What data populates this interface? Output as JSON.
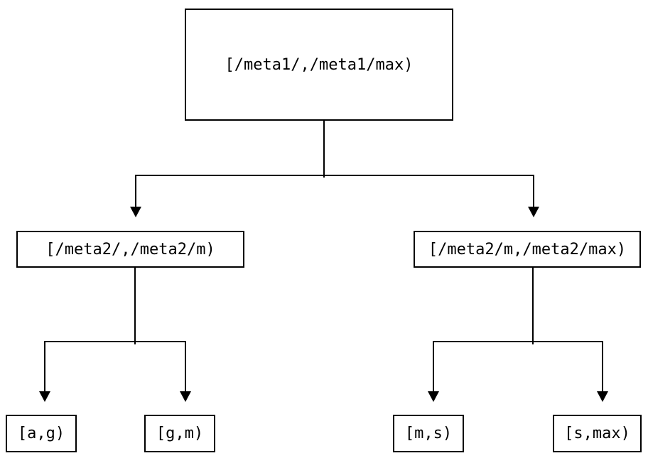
{
  "diagram": {
    "type": "tree",
    "nodes": {
      "root": {
        "label": "[/meta1/,/meta1/max)"
      },
      "mid_left": {
        "label": "[/meta2/,/meta2/m)"
      },
      "mid_right": {
        "label": "[/meta2/m,/meta2/max)"
      },
      "leaf_ag": {
        "label": "[a,g)"
      },
      "leaf_gm": {
        "label": "[g,m)"
      },
      "leaf_ms": {
        "label": "[m,s)"
      },
      "leaf_smax": {
        "label": "[s,max)"
      }
    },
    "edges": [
      {
        "from": "root",
        "to": "mid_left"
      },
      {
        "from": "root",
        "to": "mid_right"
      },
      {
        "from": "mid_left",
        "to": "leaf_ag"
      },
      {
        "from": "mid_left",
        "to": "leaf_gm"
      },
      {
        "from": "mid_right",
        "to": "leaf_ms"
      },
      {
        "from": "mid_right",
        "to": "leaf_smax"
      }
    ],
    "colors": {
      "line": "#000000",
      "box_border": "#000000",
      "text": "#000000",
      "background": "#ffffff"
    }
  }
}
